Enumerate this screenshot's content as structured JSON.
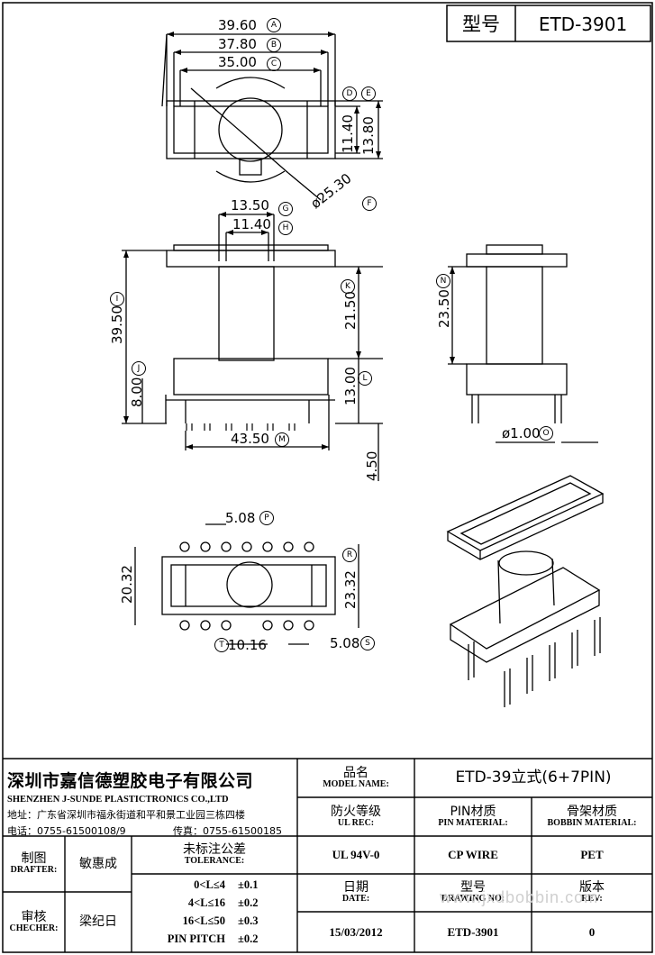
{
  "header": {
    "label_model": "型号",
    "model": "ETD-3901"
  },
  "dimensions": {
    "a": "39.60",
    "b": "37.80",
    "c": "35.00",
    "d": "11.40",
    "e": "13.80",
    "f": "ø25.30",
    "g": "13.50",
    "h": "11.40",
    "i": "39.50",
    "k": "21.50",
    "j": "8.00",
    "l": "13.00",
    "m": "43.50",
    "n": "23.50",
    "pin_d": "ø1.00",
    "pin_len": "4.50",
    "p": "5.08",
    "q": "20.32",
    "r": "23.32",
    "t": "10.16",
    "s": "5.08"
  },
  "markers": {
    "a": "A",
    "b": "B",
    "c": "C",
    "d": "D",
    "e": "E",
    "f": "F",
    "g": "G",
    "h": "H",
    "i": "I",
    "j": "J",
    "k": "K",
    "l": "L",
    "m": "M",
    "n": "N",
    "o": "O",
    "p": "P",
    "r": "R",
    "s": "S",
    "t": "T"
  },
  "company": {
    "name_cn": "深圳市嘉信德塑胶电子有限公司",
    "name_en": "SHENZHEN J-SUNDE PLASTICTRONICS CO.,LTD",
    "address": "地址：广东省深圳市福永街道和平和景工业园三栋四楼",
    "tel": "电话：0755-61500108/9",
    "fax": "传真：0755-61500185"
  },
  "people": {
    "drafter_cn": "制图",
    "drafter_en": "DRAFTER:",
    "drafter_name": "敏惠成",
    "checker_cn": "审核",
    "checker_en": "CHECHER:",
    "checker_name": "梁纪日"
  },
  "tolerance": {
    "title_cn": "未标注公差",
    "title_en": "TOLERANCE:",
    "rows": [
      {
        "range": "0<L≤4",
        "value": "±0.1"
      },
      {
        "range": "4<L≤16",
        "value": "±0.2"
      },
      {
        "range": "16<L≤50",
        "value": "±0.3"
      },
      {
        "range": "PIN PITCH",
        "value": "±0.2"
      }
    ]
  },
  "info": {
    "model_name_cn": "品名",
    "model_name_en": "MODEL NAME:",
    "model_name_value": "ETD-39立式(6+7PIN)",
    "ul_cn": "防火等级",
    "ul_en": "UL REC:",
    "ul_value": "UL 94V-0",
    "pin_cn": "PIN材质",
    "pin_en": "PIN MATERIAL:",
    "pin_value": "CP WIRE",
    "bobbin_cn": "骨架材质",
    "bobbin_en": "BOBBIN MATERIAL:",
    "bobbin_value": "PET",
    "date_cn": "日期",
    "date_en": "DATE:",
    "date_value": "15/03/2012",
    "drawing_cn": "型号",
    "drawing_en": "DRAWING NO:",
    "drawing_value": "ETD-3901",
    "rev_cn": "版本",
    "rev_en": "REV:",
    "rev_value": "0"
  },
  "watermark": "www.jxdbobbin.com"
}
